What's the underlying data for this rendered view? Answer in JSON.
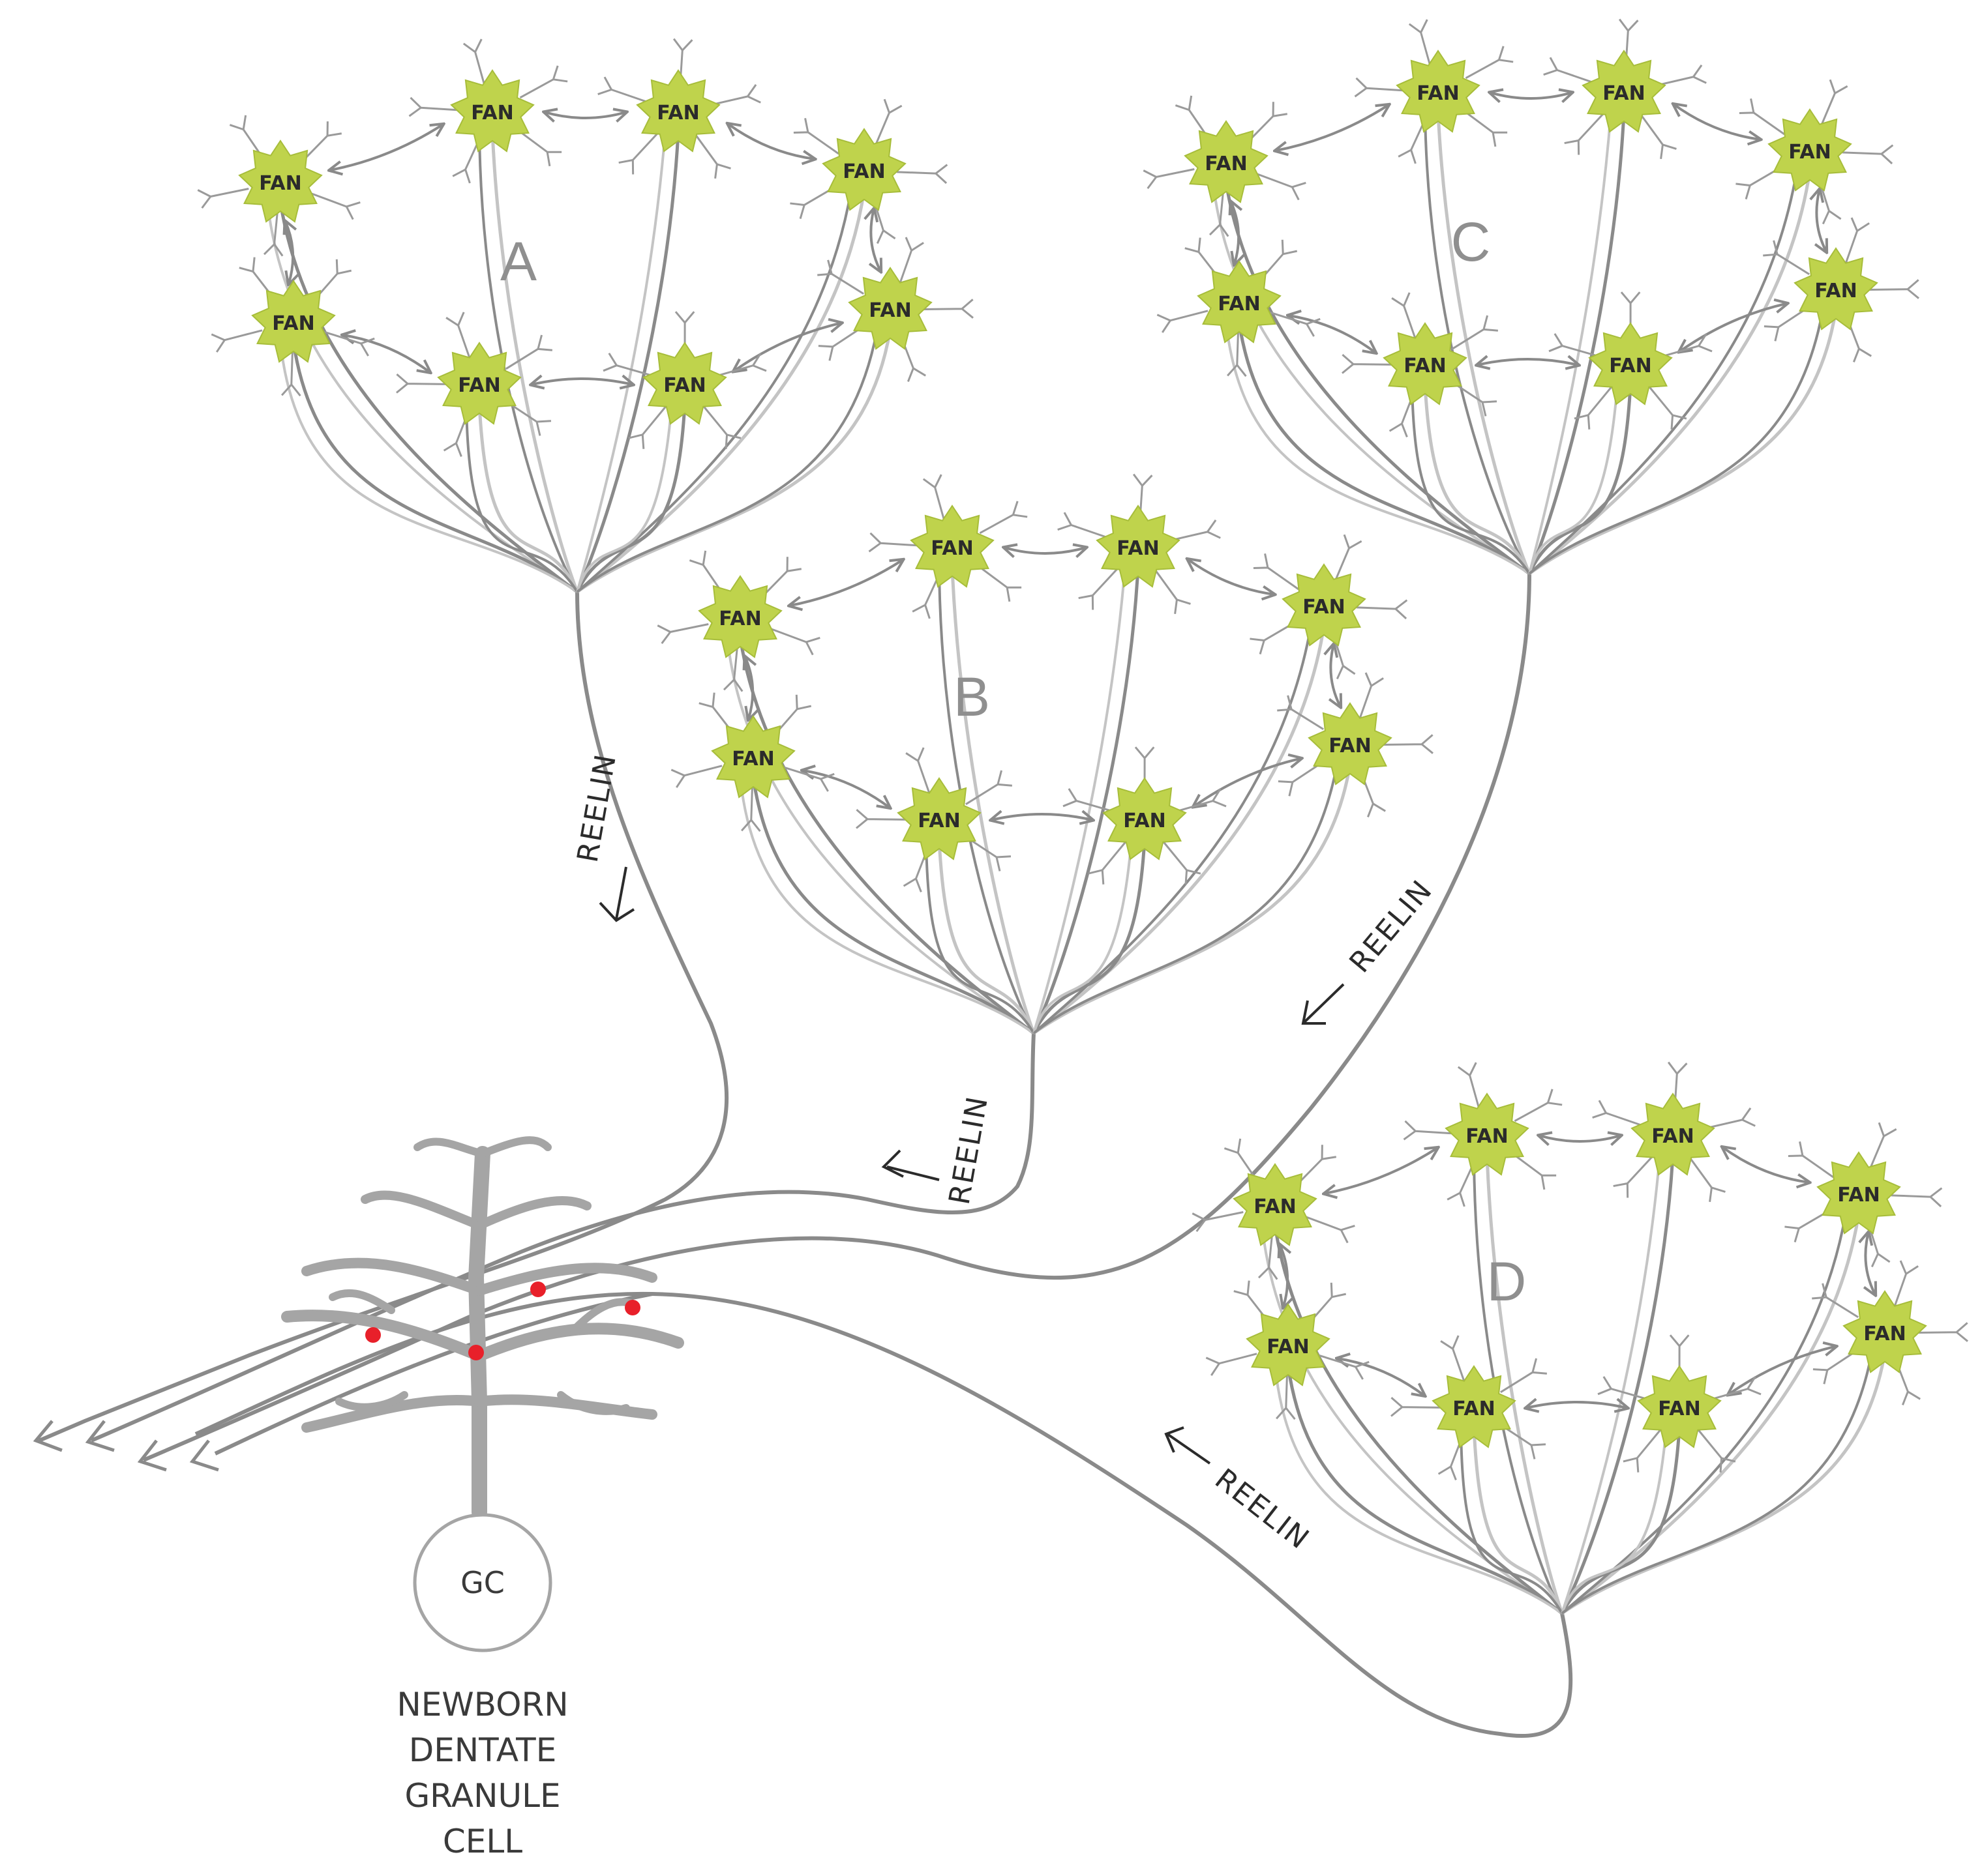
{
  "colors": {
    "fan_fill": "#bfd34c",
    "fan_stroke": "#a7bd3a",
    "axon_dark": "#8a8a8a",
    "axon_light": "#c4c4c4",
    "arrow": "#8a8a8a",
    "dendrite": "#a5a5a5",
    "synapse": "#e8202a",
    "text": "#2b2b2b"
  },
  "fan_label": "FAN",
  "clusters": [
    {
      "label": "A"
    },
    {
      "label": "B"
    },
    {
      "label": "C"
    },
    {
      "label": "D"
    }
  ],
  "reelin_label": "REELIN",
  "granule_cell": {
    "soma_label": "GC",
    "caption": [
      "NEWBORN",
      "DENTATE",
      "GRANULE",
      "CELL"
    ]
  }
}
